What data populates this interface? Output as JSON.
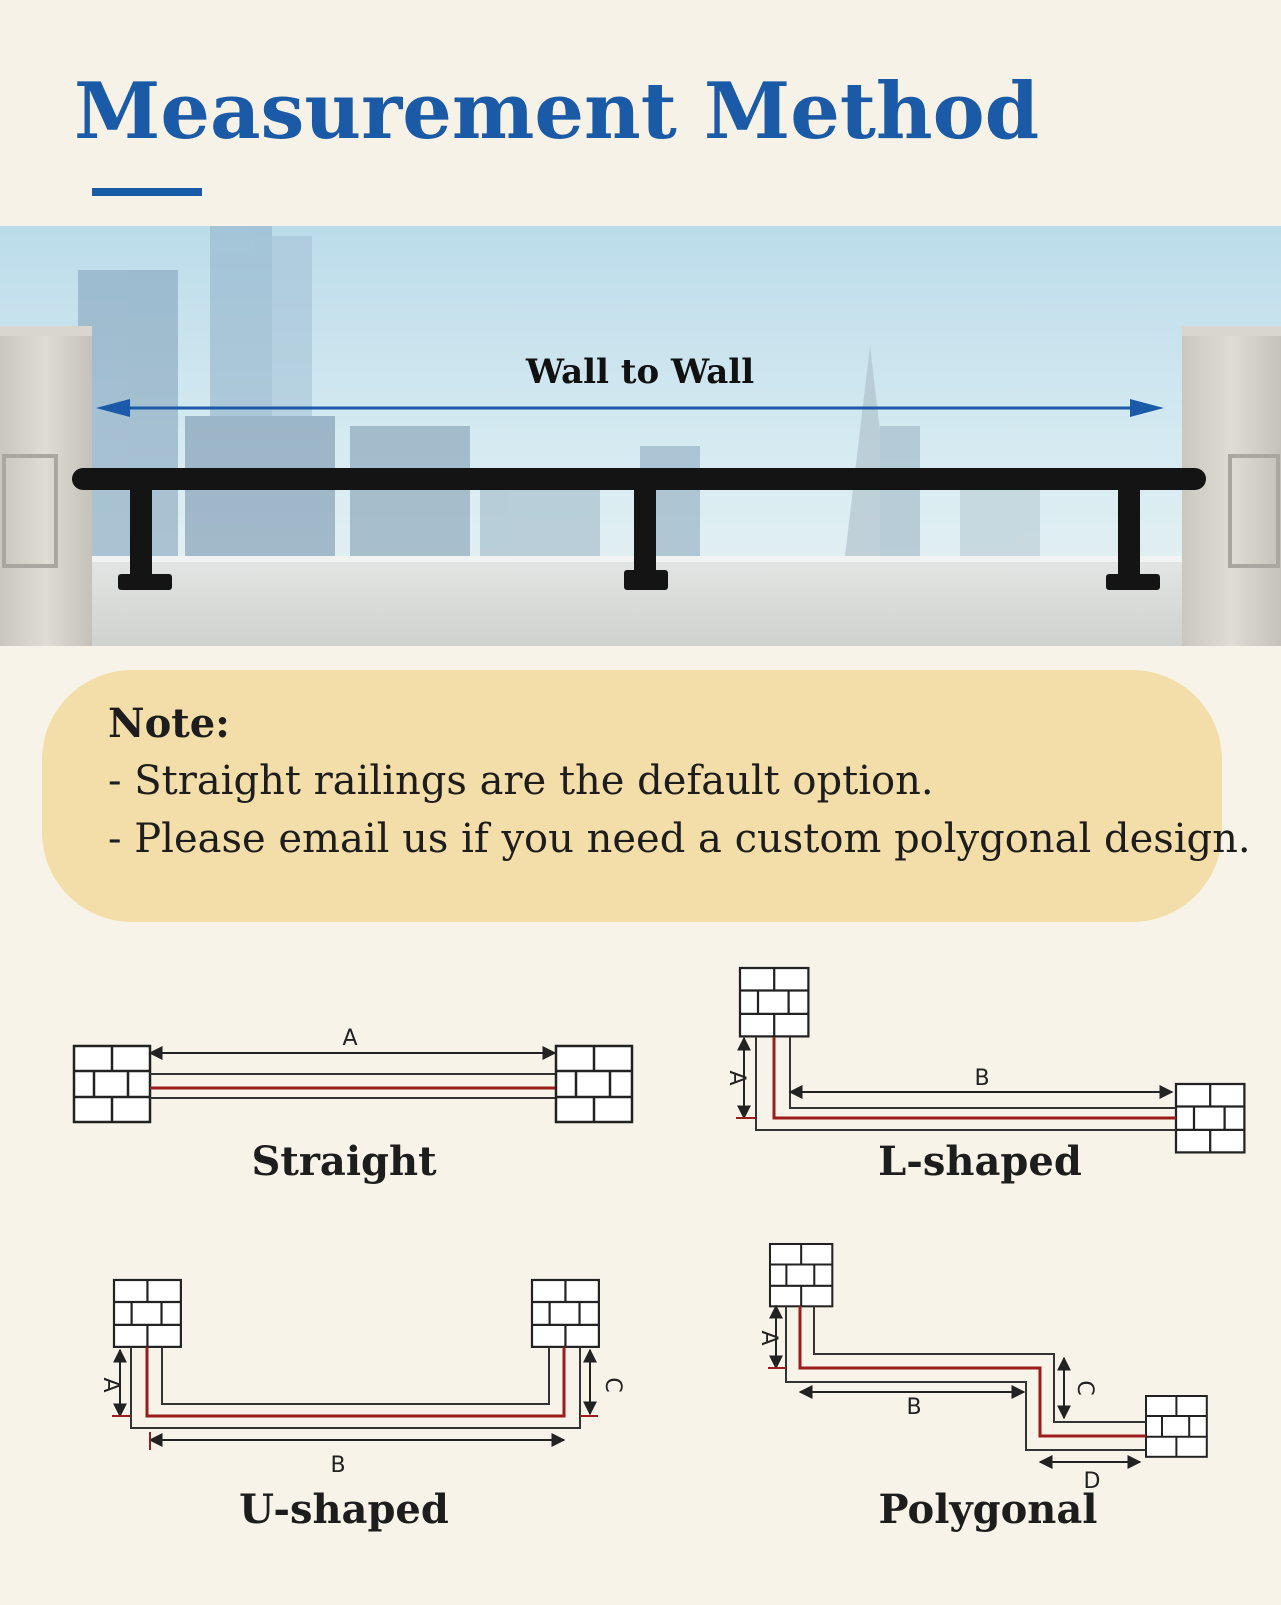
{
  "header": {
    "title": "Measurement Method"
  },
  "photo": {
    "measure_label": "Wall to Wall"
  },
  "note": {
    "title": "Note:",
    "lines": [
      "- Straight railings are the default option.",
      "- Please email us if you need a custom polygonal design."
    ]
  },
  "diagrams": [
    {
      "label": "Straight",
      "dims": [
        "A"
      ]
    },
    {
      "label": "L-shaped",
      "dims": [
        "A",
        "B"
      ]
    },
    {
      "label": "U-shaped",
      "dims": [
        "A",
        "B",
        "C"
      ]
    },
    {
      "label": "Polygonal",
      "dims": [
        "A",
        "B",
        "C",
        "D"
      ]
    }
  ],
  "colors": {
    "title_blue": "#1a5aa6",
    "note_background": "#f3deaa",
    "rail_red": "#9b1c1c",
    "page_background": "#f7f3e8"
  },
  "icons": [
    "brick-wall-icon",
    "double-arrow-icon"
  ]
}
